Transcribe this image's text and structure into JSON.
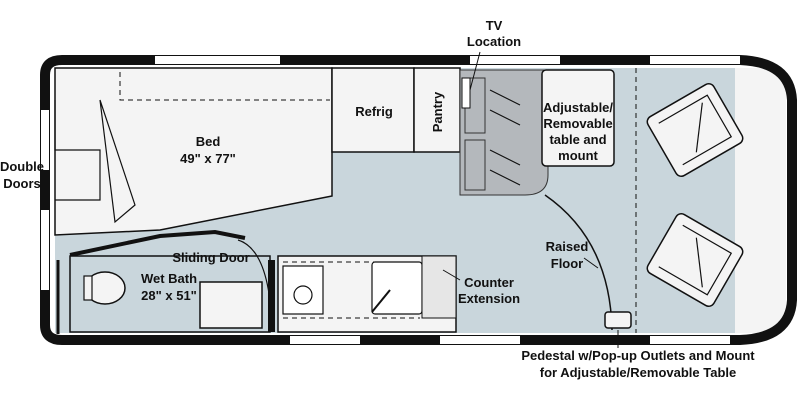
{
  "labels": {
    "tv_location": [
      "TV",
      "Location"
    ],
    "refrig": "Refrig",
    "pantry": "Pantry",
    "table": [
      "Adjustable/",
      "Removable",
      "table and",
      "mount"
    ],
    "bed": [
      "Bed",
      "49\" x 77\""
    ],
    "double_doors": [
      "Double",
      "Doors"
    ],
    "sliding_door": "Sliding Door",
    "wet_bath": [
      "Wet Bath",
      "28\" x 51\""
    ],
    "counter_extension": [
      "Counter",
      "Extension"
    ],
    "raised_floor": [
      "Raised",
      "Floor"
    ],
    "pedestal": [
      "Pedestal w/Pop-up Outlets and Mount",
      "for Adjustable/Removable Table"
    ]
  },
  "colors": {
    "floor": "#c9d6dc",
    "walls": "#111111",
    "fixtures": "#f4f4f4",
    "bench": "#b4b8bc"
  }
}
